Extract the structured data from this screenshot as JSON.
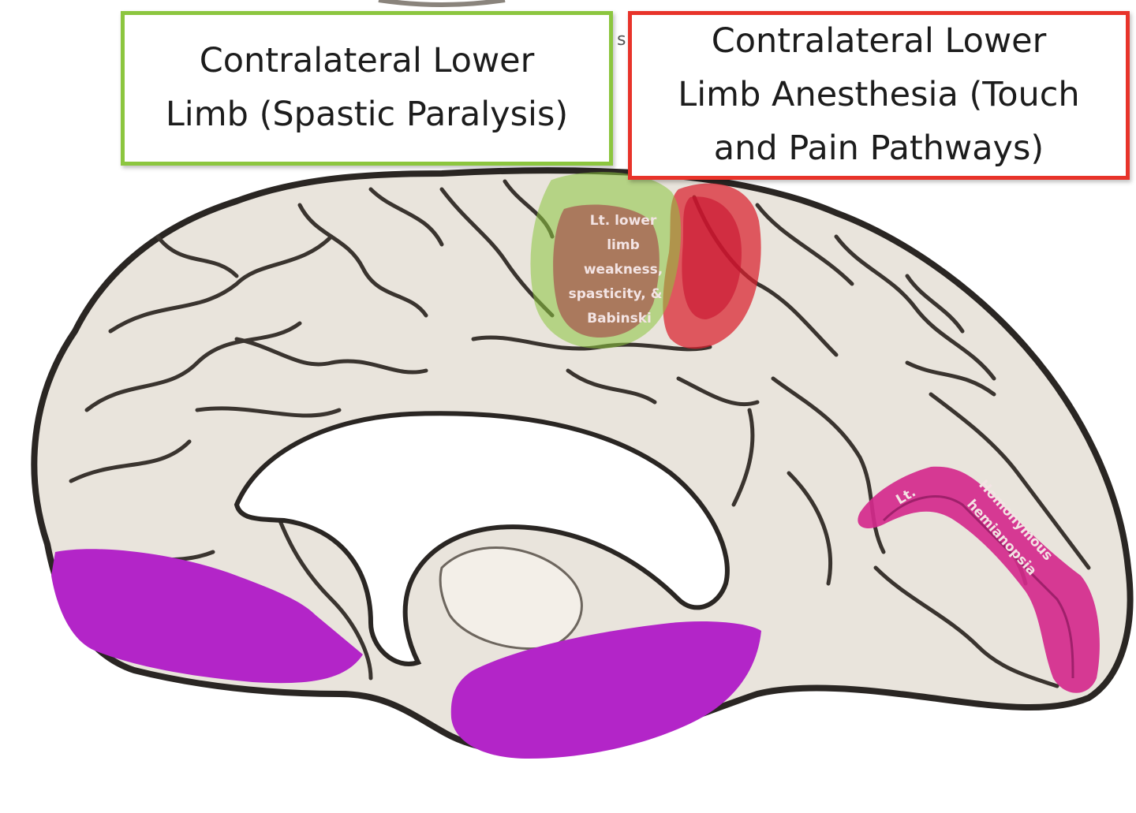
{
  "callouts": {
    "motor": {
      "line1": "Contralateral Lower",
      "line2": "Limb (Spastic Paralysis)",
      "border_color": "#8cc63f"
    },
    "sensory": {
      "line1": "Contralateral Lower",
      "line2": "Limb Anesthesia (Touch",
      "line3": "and Pain Pathways)",
      "border_color": "#e8332a"
    }
  },
  "regions": {
    "paracentral_lobule": {
      "lines": [
        "Lt. lower",
        "limb",
        "weakness,",
        "spasticity, &",
        "Babinski"
      ],
      "color": "#8cc63f"
    },
    "sensory_area": {
      "color": "#d9202e"
    },
    "occipital": {
      "side_label": "Lt.",
      "label_line1": "Homonymous",
      "label_line2": "hemianopsia",
      "color": "#d42a8c"
    },
    "frontal_patch": {
      "color": "#b325c8"
    },
    "temporal_patch": {
      "color": "#b325c8"
    }
  },
  "partial_text": "s",
  "colors": {
    "brain_fill": "#e9e4dc",
    "brain_outline": "#2a2623",
    "background": "#ffffff"
  }
}
